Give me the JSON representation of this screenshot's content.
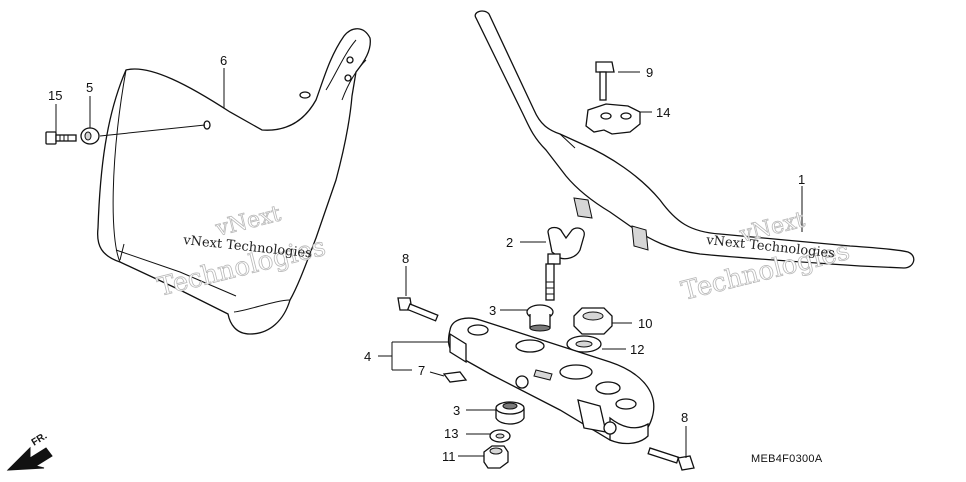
{
  "diagram": {
    "code": "MEB4F0300A",
    "direction_label": "FR.",
    "watermark": {
      "line1": "vNext",
      "line2": "Technologies",
      "inline": "vNext Technologies"
    },
    "callouts": {
      "handlebar": "1",
      "upper_holder": "2",
      "bushing_upper": "3",
      "bushing_lower": "3",
      "top_bridge": "4",
      "washer_5": "5",
      "number_plate": "6",
      "nut_7": "7",
      "bolt_8_left": "8",
      "bolt_8_right": "8",
      "bolt_9": "9",
      "nut_10": "10",
      "nut_11": "11",
      "washer_12": "12",
      "washer_13": "13",
      "holder_14": "14",
      "bolt_15": "15"
    }
  }
}
